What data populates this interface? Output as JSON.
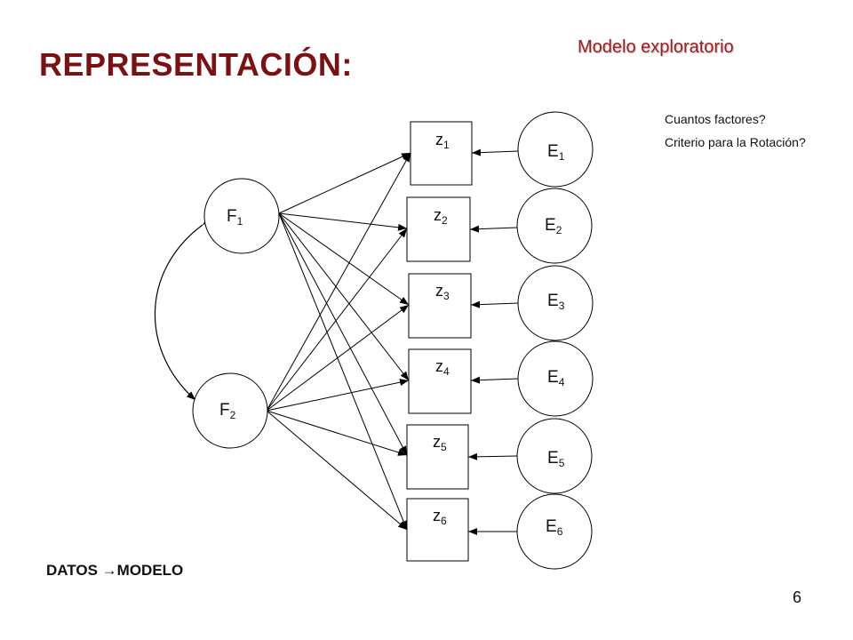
{
  "title": "REPRESENTACIÓN:",
  "subtitle": "Modelo exploratorio",
  "notes": [
    "Cuantos factores?",
    "Criterio para la Rotación?"
  ],
  "footer": {
    "left_prefix": "DATOS ",
    "arrow": "→",
    "left_suffix": "MODELO"
  },
  "page_number": "6",
  "diagram": {
    "factors": [
      {
        "id": "F1",
        "letter": "F",
        "sub": "1"
      },
      {
        "id": "F2",
        "letter": "F",
        "sub": "2"
      }
    ],
    "variables": [
      {
        "id": "z1",
        "letter": "z",
        "sub": "1"
      },
      {
        "id": "z2",
        "letter": "z",
        "sub": "2"
      },
      {
        "id": "z3",
        "letter": "z",
        "sub": "3"
      },
      {
        "id": "z4",
        "letter": "z",
        "sub": "4"
      },
      {
        "id": "z5",
        "letter": "z",
        "sub": "5"
      },
      {
        "id": "z6",
        "letter": "z",
        "sub": "6"
      }
    ],
    "errors": [
      {
        "id": "E1",
        "letter": "E",
        "sub": "1"
      },
      {
        "id": "E2",
        "letter": "E",
        "sub": "2"
      },
      {
        "id": "E3",
        "letter": "E",
        "sub": "3"
      },
      {
        "id": "E4",
        "letter": "E",
        "sub": "4"
      },
      {
        "id": "E5",
        "letter": "E",
        "sub": "5"
      },
      {
        "id": "E6",
        "letter": "E",
        "sub": "6"
      }
    ]
  }
}
